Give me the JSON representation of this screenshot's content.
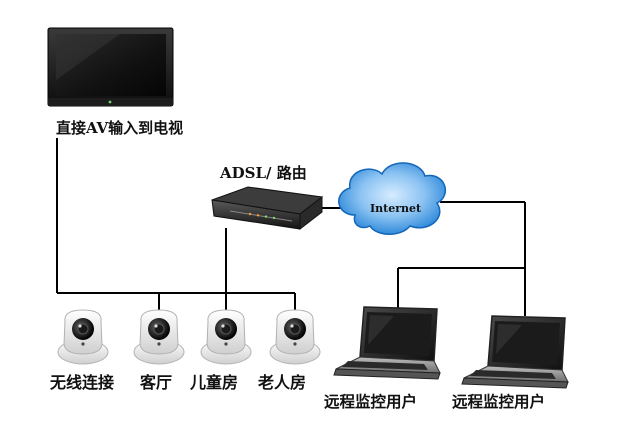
{
  "labels": {
    "tv": "直接AV输入到电视",
    "router": "ADSL/ 路由",
    "internet": "Internet",
    "camera_wireless": "无线连接",
    "camera_living": "客厅",
    "camera_kids": "儿童房",
    "camera_elder": "老人房",
    "remote_user_1": "远程监控用户",
    "remote_user_2": "远程监控用户"
  },
  "icons": {
    "tv": "television-icon",
    "router": "router-icon",
    "cloud": "cloud-icon",
    "camera": "ip-camera-icon",
    "laptop": "laptop-icon"
  },
  "colors": {
    "background": "#ffffff",
    "wire": "#000000",
    "cloud": "#1e7fd6",
    "camera_body": "#e8e8e8"
  }
}
